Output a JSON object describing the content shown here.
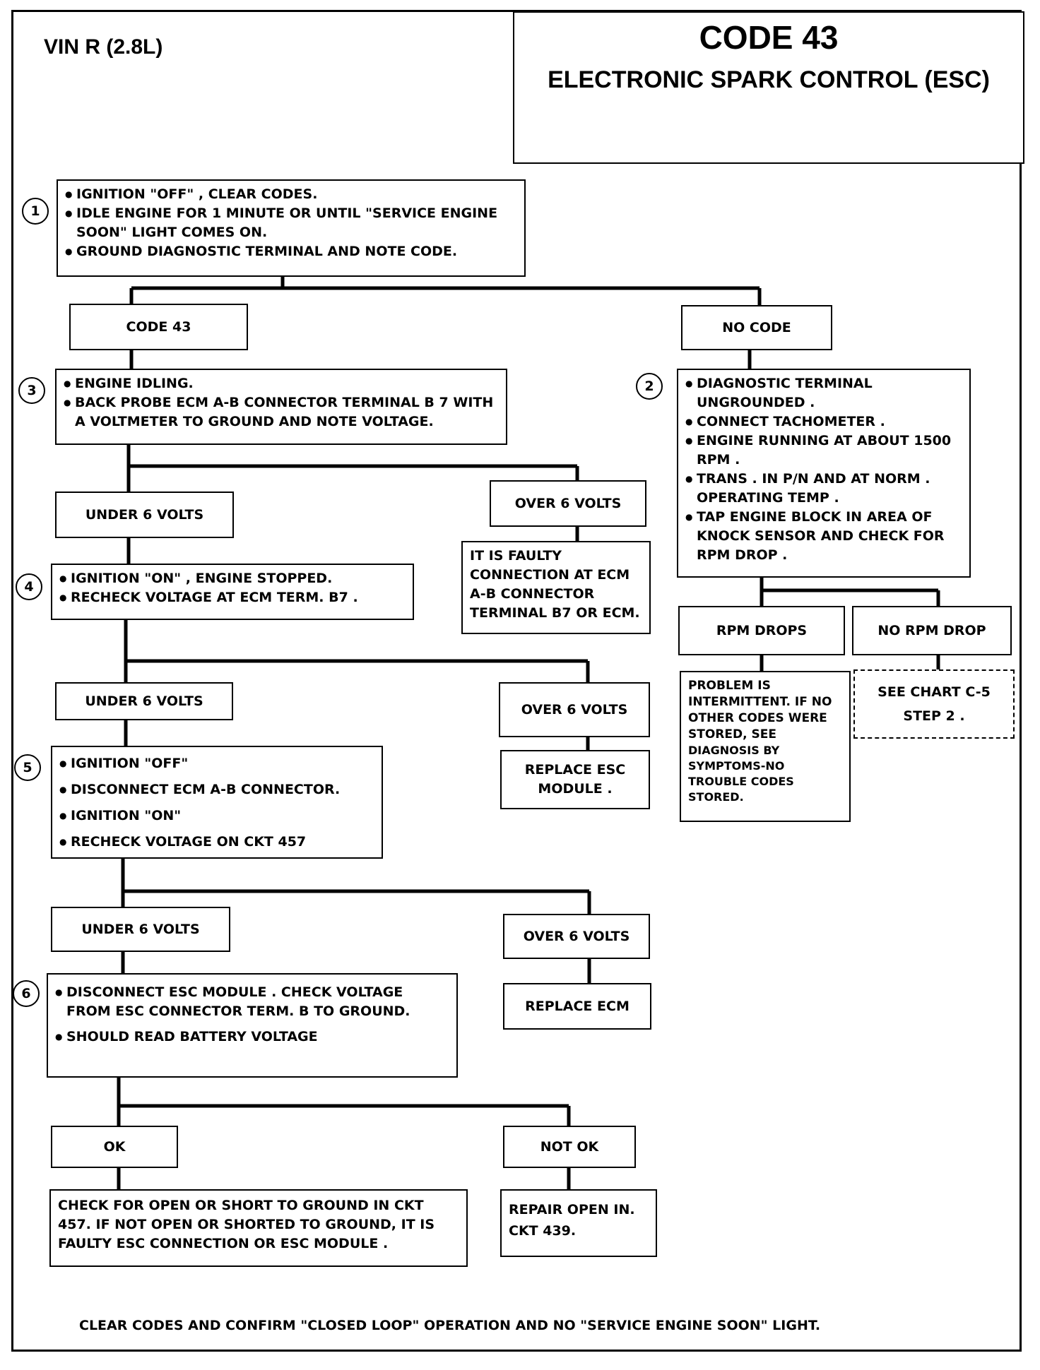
{
  "header": {
    "vin": "VIN R (2.8L)",
    "code": "CODE 43",
    "subtitle": "ELECTRONIC SPARK CONTROL  (ESC)"
  },
  "steps": {
    "s1": {
      "num": "1",
      "items": [
        "IGNITION \"OFF\" , CLEAR CODES.",
        "IDLE ENGINE FOR 1 MINUTE OR UNTIL \"SERVICE ENGINE SOON\" LIGHT COMES ON.",
        "GROUND DIAGNOSTIC TERMINAL AND NOTE CODE."
      ]
    },
    "s2": {
      "num": "2",
      "items": [
        "DIAGNOSTIC TERMINAL UNGROUNDED .",
        "CONNECT TACHOMETER .",
        "ENGINE RUNNING AT ABOUT 1500 RPM .",
        "TRANS . IN P/N AND AT NORM . OPERATING TEMP .",
        "TAP ENGINE BLOCK IN AREA OF KNOCK SENSOR AND CHECK FOR RPM DROP ."
      ]
    },
    "s3": {
      "num": "3",
      "items": [
        "ENGINE IDLING.",
        "BACK PROBE ECM A-B CONNECTOR TERMINAL B 7 WITH A VOLTMETER TO GROUND AND NOTE  VOLTAGE."
      ]
    },
    "s4": {
      "num": "4",
      "items": [
        "IGNITION \"ON\" , ENGINE STOPPED.",
        "RECHECK VOLTAGE AT ECM TERM. B7 ."
      ]
    },
    "s5": {
      "num": "5",
      "items": [
        "IGNITION \"OFF\"",
        "DISCONNECT ECM A-B CONNECTOR.",
        "IGNITION \"ON\"",
        "RECHECK VOLTAGE ON CKT 457"
      ]
    },
    "s6": {
      "num": "6",
      "items": [
        "DISCONNECT ESC MODULE . CHECK  VOLTAGE FROM ESC CONNECTOR TERM. B TO GROUND.",
        "SHOULD READ BATTERY VOLTAGE"
      ]
    }
  },
  "branches": {
    "code43": "CODE  43",
    "nocode": "NO  CODE",
    "under6_a": "UNDER 6 VOLTS",
    "over6_a": "OVER 6 VOLTS",
    "under6_b": "UNDER 6 VOLTS",
    "over6_b": "OVER 6 VOLTS",
    "under6_c": "UNDER 6 VOLTS",
    "over6_c": "OVER 6 VOLTS",
    "rpm_drops": "RPM DROPS",
    "no_rpm_drop": "NO RPM DROP",
    "ok": "OK",
    "not_ok": "NOT OK"
  },
  "results": {
    "faulty_ecm": "IT IS FAULTY CONNECTION AT ECM A-B CONNECTOR TERMINAL B7 OR ECM.",
    "replace_esc": "REPLACE ESC MODULE .",
    "replace_ecm": "REPLACE ECM",
    "intermittent_a": "PROBLEM IS INTERMITTENT. IF NO OTHER CODES WERE STORED,  SEE",
    "intermittent_b": "DIAGNOSIS BY SYMPTOMS-NO TROUBLE CODES STORED.",
    "see_chart": "SEE CHART C-5 STEP 2 .",
    "check_open": "CHECK FOR OPEN OR SHORT TO GROUND IN CKT 457. IF NOT OPEN OR SHORTED TO GROUND, IT IS FAULTY ESC CONNECTION OR ESC MODULE .",
    "repair_open": "REPAIR OPEN IN. CKT 439."
  },
  "footer": "CLEAR CODES AND CONFIRM \"CLOSED LOOP\"  OPERATION AND NO \"SERVICE ENGINE SOON\" LIGHT."
}
